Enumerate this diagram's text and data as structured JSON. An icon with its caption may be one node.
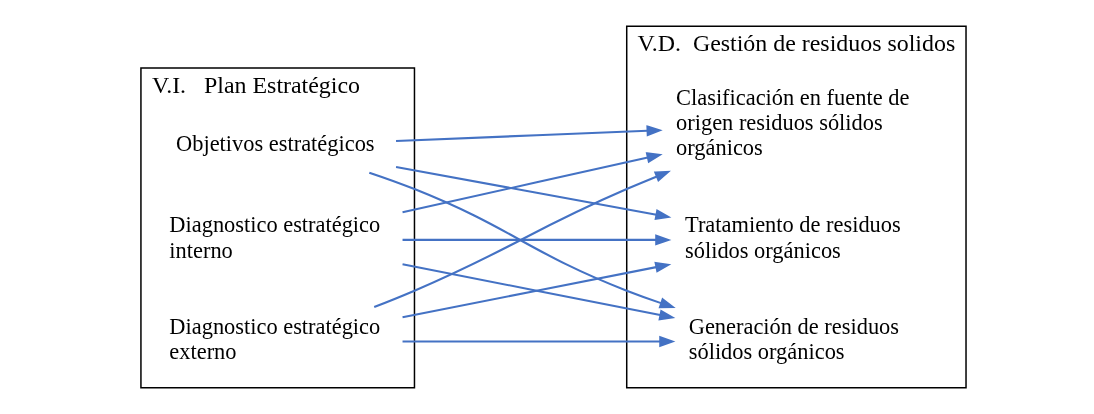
{
  "diagram": {
    "nodes": [
      {
        "text": [
          "V.I.   Plan Estratégico"
        ]
      },
      {
        "text": [
          "Diagnostico estratégico interno"
        ],
        "in": 0
      },
      {
        "text": [
          "Diagnostico estratégico externo"
        ],
        "in": 0
      },
      {
        "text": [
          "Objetivos estratégicos"
        ],
        "in": 0
      },
      {
        "text": [
          "V.D.  Gestión de residuos solidos"
        ]
      },
      {
        "text": [
          "Generación de residuos sólidos orgánicos"
        ],
        "in": 4
      },
      {
        "text": [
          "Clasificación en fuente de origen residuos sólidos orgánicos"
        ],
        "in": 4
      },
      {
        "text": [
          "Tratamiento de residuos sólidos orgánicos"
        ],
        "in": 4
      }
    ],
    "edges": [
      {
        "from": 1,
        "to": 5,
        "arrow": "to"
      },
      {
        "from": 1,
        "to": 6,
        "arrow": "to"
      },
      {
        "from": 1,
        "to": 7,
        "arrow": "to"
      },
      {
        "from": 2,
        "to": 5,
        "arrow": "to"
      },
      {
        "from": 2,
        "to": 6,
        "arrow": "to"
      },
      {
        "from": 2,
        "to": 7,
        "arrow": "to"
      },
      {
        "from": 3,
        "to": 5,
        "arrow": "to"
      },
      {
        "from": 3,
        "to": 6,
        "arrow": "to"
      },
      {
        "from": 3,
        "to": 7,
        "arrow": "to"
      }
    ]
  }
}
